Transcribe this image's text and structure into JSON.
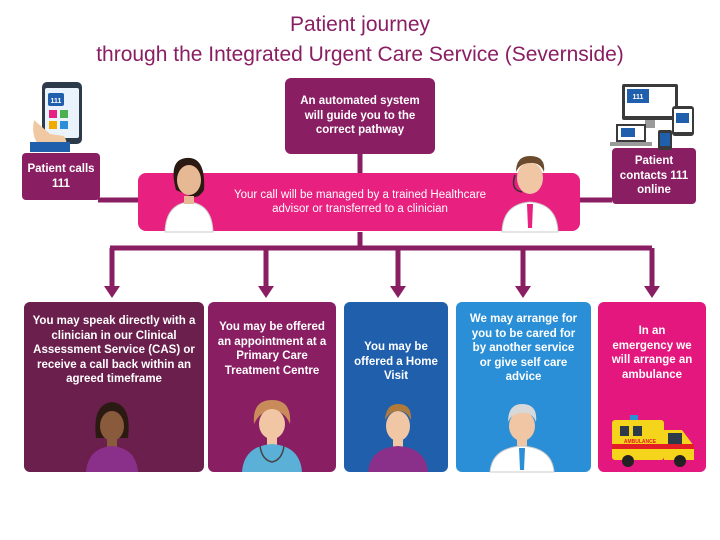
{
  "title_line1": "Patient journey",
  "title_line2": "through the Integrated Urgent Care Service (Severnside)",
  "automated": "An automated system will guide you to the correct pathway",
  "patient_calls": "Patient calls 111",
  "managed": "Your call will be managed by a trained Healthcare advisor or transferred to a clinician",
  "patient_online": "Patient contacts 111 online",
  "badge_111": "111",
  "ambulance_text": "AMBULANCE",
  "outcomes": [
    {
      "text": "You may speak directly with a clinician in our Clinical Assessment Service (CAS) or receive a call back within an agreed timeframe",
      "color": "#6b1f4c"
    },
    {
      "text": "You may be offered an appointment at a Primary Care Treatment Centre",
      "color": "#8a1e63"
    },
    {
      "text": "You may be offered a Home Visit",
      "color": "#1f5fab"
    },
    {
      "text": "We may arrange for you to be cared for by another service or give self care advice",
      "color": "#2a8fd6"
    },
    {
      "text": "In an emergency we will arrange an ambulance",
      "color": "#e3177d"
    }
  ],
  "colors": {
    "title": "#8a1e63",
    "magenta": "#8a1e63",
    "pink": "#e8207f",
    "connector": "#8a1e63"
  }
}
